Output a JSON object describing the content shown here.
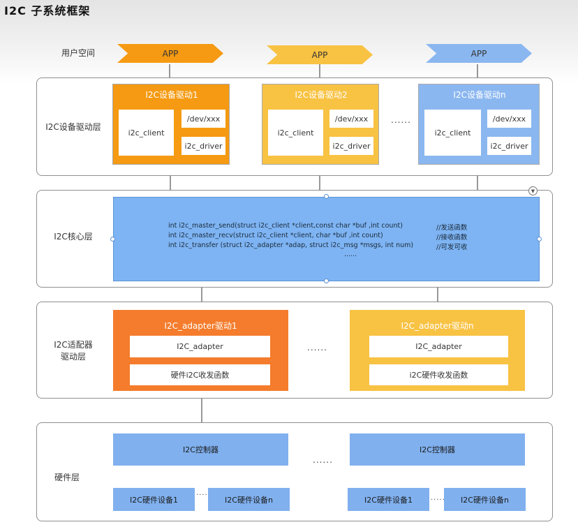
{
  "title": "I2C 子系统框架",
  "user_space": {
    "label": "用户空间",
    "apps": [
      "APP",
      "APP",
      "APP"
    ]
  },
  "device_layer": {
    "label": "I2C设备驱动层",
    "drivers": [
      {
        "title": "I2C设备驱动1",
        "client": "i2c_client",
        "devnode": "/dev/xxx",
        "driver": "i2c_driver",
        "color": "#f59a12"
      },
      {
        "title": "I2C设备驱动2",
        "client": "i2c_client",
        "devnode": "/dev/xxx",
        "driver": "i2c_driver",
        "color": "#f8c243"
      },
      {
        "title": "I2C设备驱动n",
        "client": "i2c_client",
        "devnode": "/dev/xxx",
        "driver": "i2c_driver",
        "color": "#8bb7f0"
      }
    ],
    "ellipsis": "......"
  },
  "core_layer": {
    "label": "I2C核心层",
    "lines": [
      {
        "code": "int i2c_master_send(struct i2c_client *client,const char *buf ,int count)",
        "comment": "//发送函数"
      },
      {
        "code": "int i2c_master_recv(struct i2c_client *client,  char *buf ,int count)",
        "comment": "//接收函数"
      },
      {
        "code": "int i2c_transfer (struct i2c_adapter *adap, struct i2c_msg *msgs,   int num)",
        "comment": "//可发可收"
      }
    ],
    "more": "......"
  },
  "adapter_layer": {
    "label_line1": "I2C适配器",
    "label_line2": "驱动层",
    "adapters": [
      {
        "title": "I2C_adapter驱动1",
        "adapter": "I2C_adapter",
        "func": "硬件i2C收发函数",
        "color": "#f47c2c"
      },
      {
        "title": "I2C_adapter驱动n",
        "adapter": "I2C_adapter",
        "func": "i2C硬件收发函数",
        "color": "#f8c243"
      }
    ],
    "ellipsis": "......"
  },
  "hardware_layer": {
    "label": "硬件层",
    "controllers": [
      {
        "title": "I2C控制器",
        "dev1": "I2C硬件设备1",
        "devn": "I2C硬件设备n",
        "dots": "......"
      },
      {
        "title": "I2C控制器",
        "dev1": "I2C硬件设备1",
        "devn": "I2C硬件设备n",
        "dots": "......"
      }
    ],
    "ellipsis": "......"
  },
  "colors": {
    "orange": "#f59a12",
    "deep_orange": "#f47c2c",
    "yellow": "#f8c243",
    "blue": "#7eb4f3",
    "hw_blue": "#80b0ee"
  }
}
